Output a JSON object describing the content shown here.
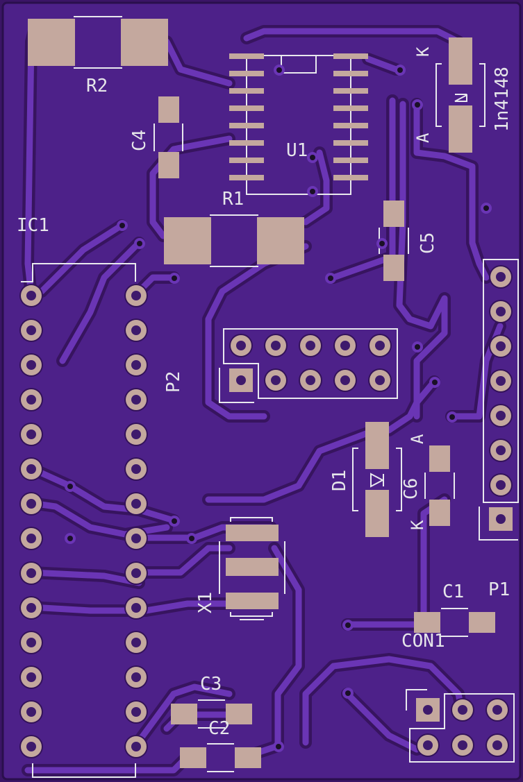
{
  "colors": {
    "board": "#4a1f85",
    "copper": "#5b2a9e",
    "trace": "#6a35b5",
    "trace_clear": "#3b1566",
    "silk": "#e9e9ee",
    "pad": "#c4a89e",
    "via": "#1a1026"
  },
  "labels": {
    "r2": "R2",
    "r1": "R1",
    "c4": "C4",
    "u1": "U1",
    "k_top": "K",
    "a_top": "A",
    "diode_part": "1n4148",
    "ic1": "IC1",
    "c5": "C5",
    "p2": "P2",
    "a_mid": "A",
    "d1": "D1",
    "c6": "C6",
    "k_mid": "K",
    "x1": "X1",
    "c1": "C1",
    "p1": "P1",
    "con1": "CON1",
    "c3": "C3",
    "c2": "C2"
  }
}
